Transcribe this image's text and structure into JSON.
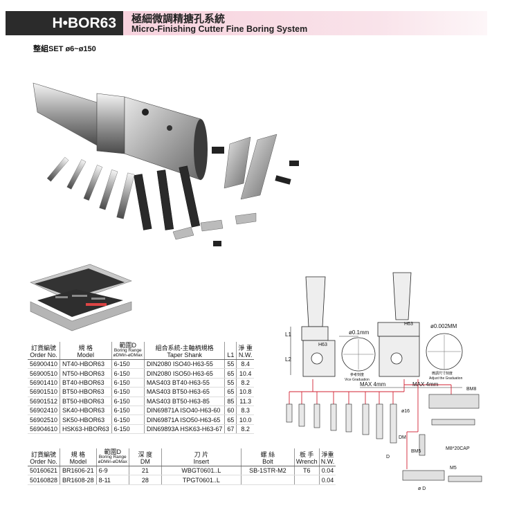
{
  "header": {
    "title": "H•BOR63",
    "title_cn": "極細微調精搪孔系統",
    "title_en": "Micro-Finishing Cutter Fine Boring System"
  },
  "set_label": "整組SET ø6~ø150",
  "table1": {
    "headers": [
      {
        "cn": "訂貨編號",
        "en": "Order No."
      },
      {
        "cn": "規 格",
        "en": "Model"
      },
      {
        "cn": "範圍D",
        "en": "Boring Range",
        "en2": "øDMin-øDMax"
      },
      {
        "cn": "組合系統-主軸柄規格",
        "en": "Taper Shank"
      },
      {
        "cn": "",
        "en": "L1"
      },
      {
        "cn": "淨 重",
        "en": "N.W."
      }
    ],
    "rows": [
      [
        "56900410",
        "NT40-HBOR63",
        "6-150",
        "DIN2080 ISO40-H63-55",
        "55",
        "8.4"
      ],
      [
        "56900510",
        "NT50-HBOR63",
        "6-150",
        "DIN2080 ISO50-H63-65",
        "65",
        "10.4"
      ],
      [
        "56901410",
        "BT40-HBOR63",
        "6-150",
        "MAS403 BT40-H63-55",
        "55",
        "8.2"
      ],
      [
        "56901510",
        "BT50-HBOR63",
        "6-150",
        "MAS403 BT50-H63-65",
        "65",
        "10.8"
      ],
      [
        "56901512",
        "BT50-HBOR63",
        "6-150",
        "MAS403 BT50-H63-85",
        "85",
        "11.3"
      ],
      [
        "56902410",
        "SK40-HBOR63",
        "6-150",
        "DIN69871A ISO40-H63-60",
        "60",
        "8.3"
      ],
      [
        "56902510",
        "SK50-HBOR63",
        "6-150",
        "DIN69871A ISO50-H63-65",
        "65",
        "10.0"
      ],
      [
        "56904610",
        "HSK63-HBOR63",
        "6-150",
        "DIN69893A HSK63-H63-67",
        "67",
        "8.2"
      ]
    ]
  },
  "table2": {
    "headers": [
      {
        "cn": "訂貨編號",
        "en": "Order No."
      },
      {
        "cn": "規 格",
        "en": "Model"
      },
      {
        "cn": "範圍D",
        "en": "Boring Range",
        "en2": "øDMin-øDMax"
      },
      {
        "cn": "深 度",
        "en": "DM"
      },
      {
        "cn": "刀 片",
        "en": "Insert"
      },
      {
        "cn": "螺 絲",
        "en": "Bolt"
      },
      {
        "cn": "板 手",
        "en": "Wrench"
      },
      {
        "cn": "淨重",
        "en": "N.W."
      }
    ],
    "rows": [
      [
        "50160621",
        "BR1606-21",
        "6-9",
        "21",
        "WBGT0601..L",
        "SB-1STR-M2",
        "T6",
        "0.04"
      ],
      [
        "50160828",
        "BR1608-28",
        "8-11",
        "28",
        "TPGT0601..L",
        "",
        "",
        "0.04"
      ]
    ]
  },
  "diagram": {
    "label_h63_left": "H63",
    "label_h63_right": "H63",
    "label_l1": "L1",
    "label_l2": "L2",
    "label_01": "ø0.1mm",
    "label_0002": "ø0.002MM",
    "label_vice_cn": "參考刻度",
    "label_vice_en": "Vice Graduation",
    "label_adjust_cn": "微調尺寸刻度",
    "label_adjust_en": "Adjust the Graduation",
    "label_max_left": "MAX 4mm",
    "label_max_right": "MAX 4mm",
    "label_bm8": "BM8",
    "label_d16": "ø16",
    "label_dm": "DM",
    "label_d": "D",
    "label_bm5": "BM5",
    "label_m8": "M8*20CAP",
    "label_m5": "M5",
    "label_d0": "ø D"
  },
  "colors": {
    "header_dark": "#2b2b2b",
    "header_pink": "#f7d2dd",
    "diagram_red": "#d22030"
  }
}
